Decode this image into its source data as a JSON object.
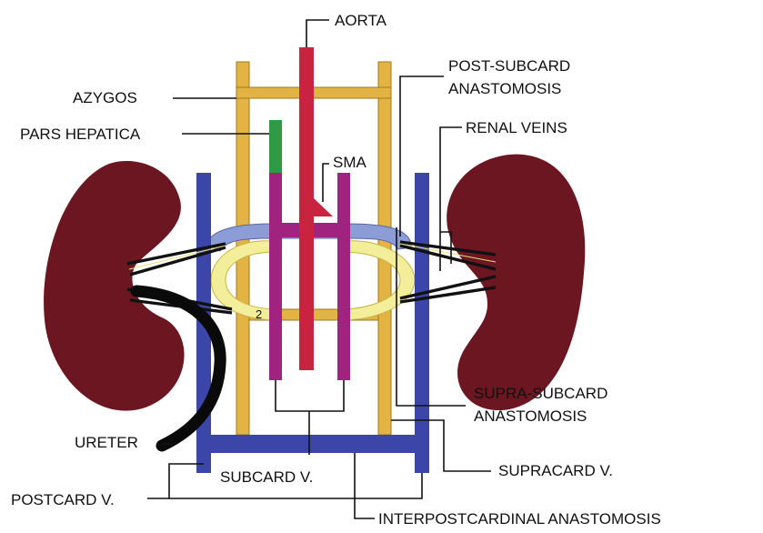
{
  "diagram": {
    "labels": {
      "aorta": "AORTA",
      "post_subcard_1": "POST-SUBCARD",
      "post_subcard_2": "ANASTOMOSIS",
      "azygos": "AZYGOS",
      "renal_veins": "RENAL VEINS",
      "pars_hepatica": "PARS HEPATICA",
      "sma": "SMA",
      "supra_subcard_1": "SUPRA-SUBCARD",
      "supra_subcard_2": "ANASTOMOSIS",
      "ureter": "URETER",
      "supracard": "SUPRACARD V.",
      "subcard": "SUBCARD V.",
      "postcard": "POSTCARD V.",
      "interpostcardinal": "INTERPOSTCARDINAL ANASTOMOSIS",
      "marker_2": "2"
    },
    "colors": {
      "aorta": "#c8233f",
      "supracardinal": "#e3b344",
      "supracardinal_edge": "#a07a1c",
      "subcardinal": "#a0247f",
      "postcardinal": "#3c46a8",
      "renal_collar": "#8c9cd6",
      "anastomosis_ring": "#f2ee9a",
      "pars_hepatica": "#2e9a46",
      "kidney": "#6b1620",
      "ureter": "#0a0a0a"
    }
  }
}
